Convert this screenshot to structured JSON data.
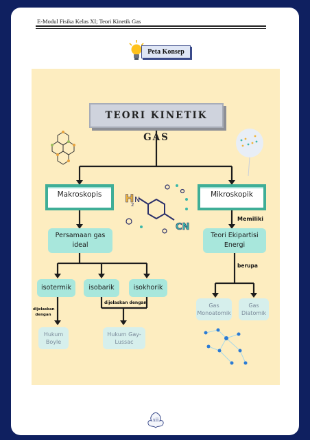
{
  "header": {
    "text": "E-Modul Fisika Kelas XI; Teori Kinetik Gas"
  },
  "badge": {
    "label": "Peta Konsep",
    "icon": "lightbulb-icon"
  },
  "concept_map": {
    "title": "TEORI KINETIK GAS",
    "macro": "Makroskopis",
    "micro": "Mikroskopik",
    "ideal_gas": "Persamaan gas ideal",
    "isothermal": "isotermik",
    "isobaric": "isobarik",
    "isochoric": "isokhorik",
    "boyle": "Hukum Boyle",
    "gay_lussac": "Hukum Gay-Lussac",
    "equipartition": "Teori Ekipartisi Energi",
    "monoatomic": "Gas Monoatomik",
    "diatomic": "Gas Diatomik",
    "has_label": "Memiliki",
    "in_form_label": "berupa",
    "explained_left": "dijelaskan dengan",
    "explained_mid": "dijelaskan dengan",
    "molecule_text_left": "H",
    "molecule_text_sub": "2",
    "molecule_n": "N",
    "molecule_cn": "CN"
  },
  "colors": {
    "page_frame": "#0f2060",
    "poster_bg": "#fdedc0",
    "box_green": "#3fae97",
    "box_mint": "#a8e7dc",
    "box_light": "#d6efec"
  },
  "footer": {
    "page_number": "xii"
  }
}
